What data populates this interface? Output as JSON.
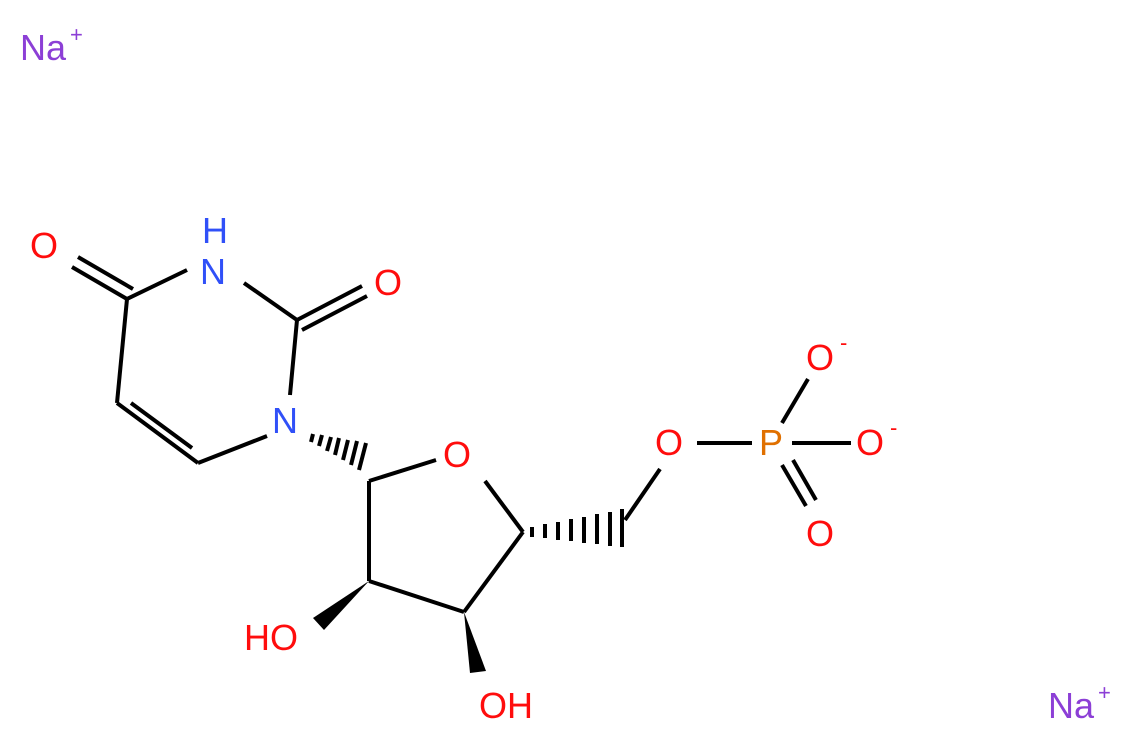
{
  "colors": {
    "bond": "#000000",
    "oxygen": "#ff0d0d",
    "nitrogen": "#3050f8",
    "phosphorus": "#e07000",
    "sodium": "#8c3fd6",
    "background": "#ffffff"
  },
  "atoms": {
    "na_top": {
      "text": "Na",
      "charge": "+",
      "element": "sodium"
    },
    "na_bottom": {
      "text": "Na",
      "charge": "+",
      "element": "sodium"
    },
    "o_c4": {
      "text": "O",
      "element": "oxygen"
    },
    "nh_n3": {
      "text": "H",
      "text2": "N",
      "element": "nitrogen"
    },
    "o_c2": {
      "text": "O",
      "element": "oxygen"
    },
    "n1": {
      "text": "N",
      "element": "nitrogen"
    },
    "o_ring": {
      "text": "O",
      "element": "oxygen"
    },
    "o_5prime": {
      "text": "O",
      "element": "oxygen"
    },
    "p": {
      "text": "P",
      "element": "phosphorus"
    },
    "o_p_top": {
      "text": "O",
      "charge": "-",
      "element": "oxygen"
    },
    "o_p_right": {
      "text": "O",
      "charge": "-",
      "element": "oxygen"
    },
    "o_p_double": {
      "text": "O",
      "element": "oxygen"
    },
    "oh_2prime": {
      "text": "HO",
      "element": "oxygen"
    },
    "oh_3prime": {
      "text": "OH",
      "element": "oxygen"
    }
  }
}
